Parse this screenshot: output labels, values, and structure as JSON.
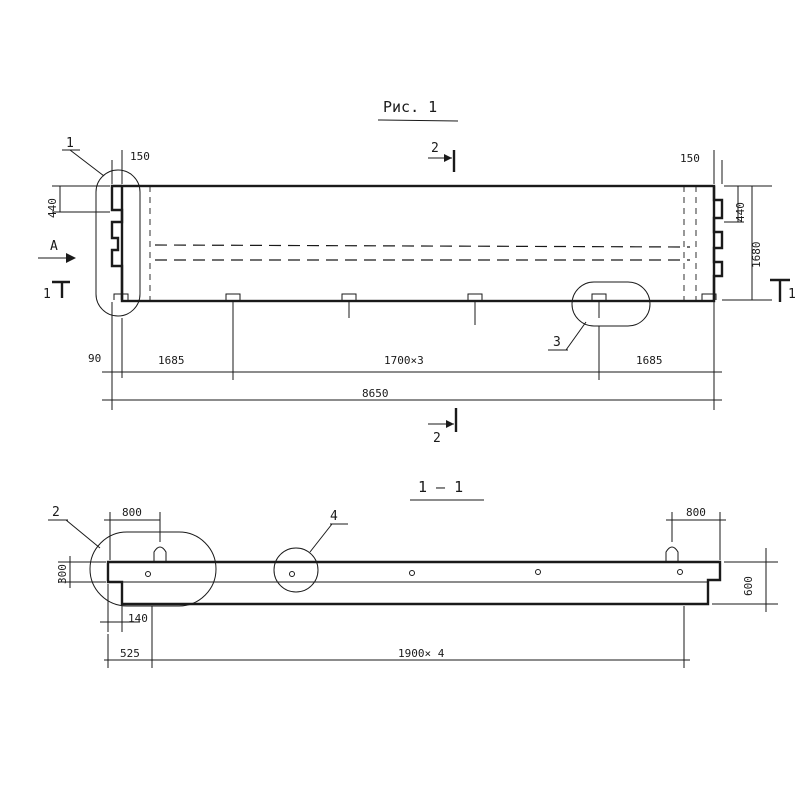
{
  "figure": {
    "title": "Рис. 1",
    "section_title": "1 — 1"
  },
  "callouts": {
    "c1": "1",
    "c2": "2",
    "c3": "3",
    "c4": "4",
    "cA": "A",
    "sec2_top": "2",
    "sec2_bottom": "2",
    "sec1_left": "1",
    "sec1_right": "1"
  },
  "plan_dims": {
    "left_150": "150",
    "right_150": "150",
    "left_440": "440",
    "right_440": "440",
    "right_1680": "1680",
    "d_90": "90",
    "d_1685_left": "1685",
    "d_1700x3": "1700×3",
    "d_1685_right": "1685",
    "d_8650": "8650"
  },
  "section_dims": {
    "left_800": "800",
    "right_800": "800",
    "left_300": "300",
    "right_600": "600",
    "d_140": "140",
    "d_525": "525",
    "d_1900x4": "1900× 4"
  }
}
